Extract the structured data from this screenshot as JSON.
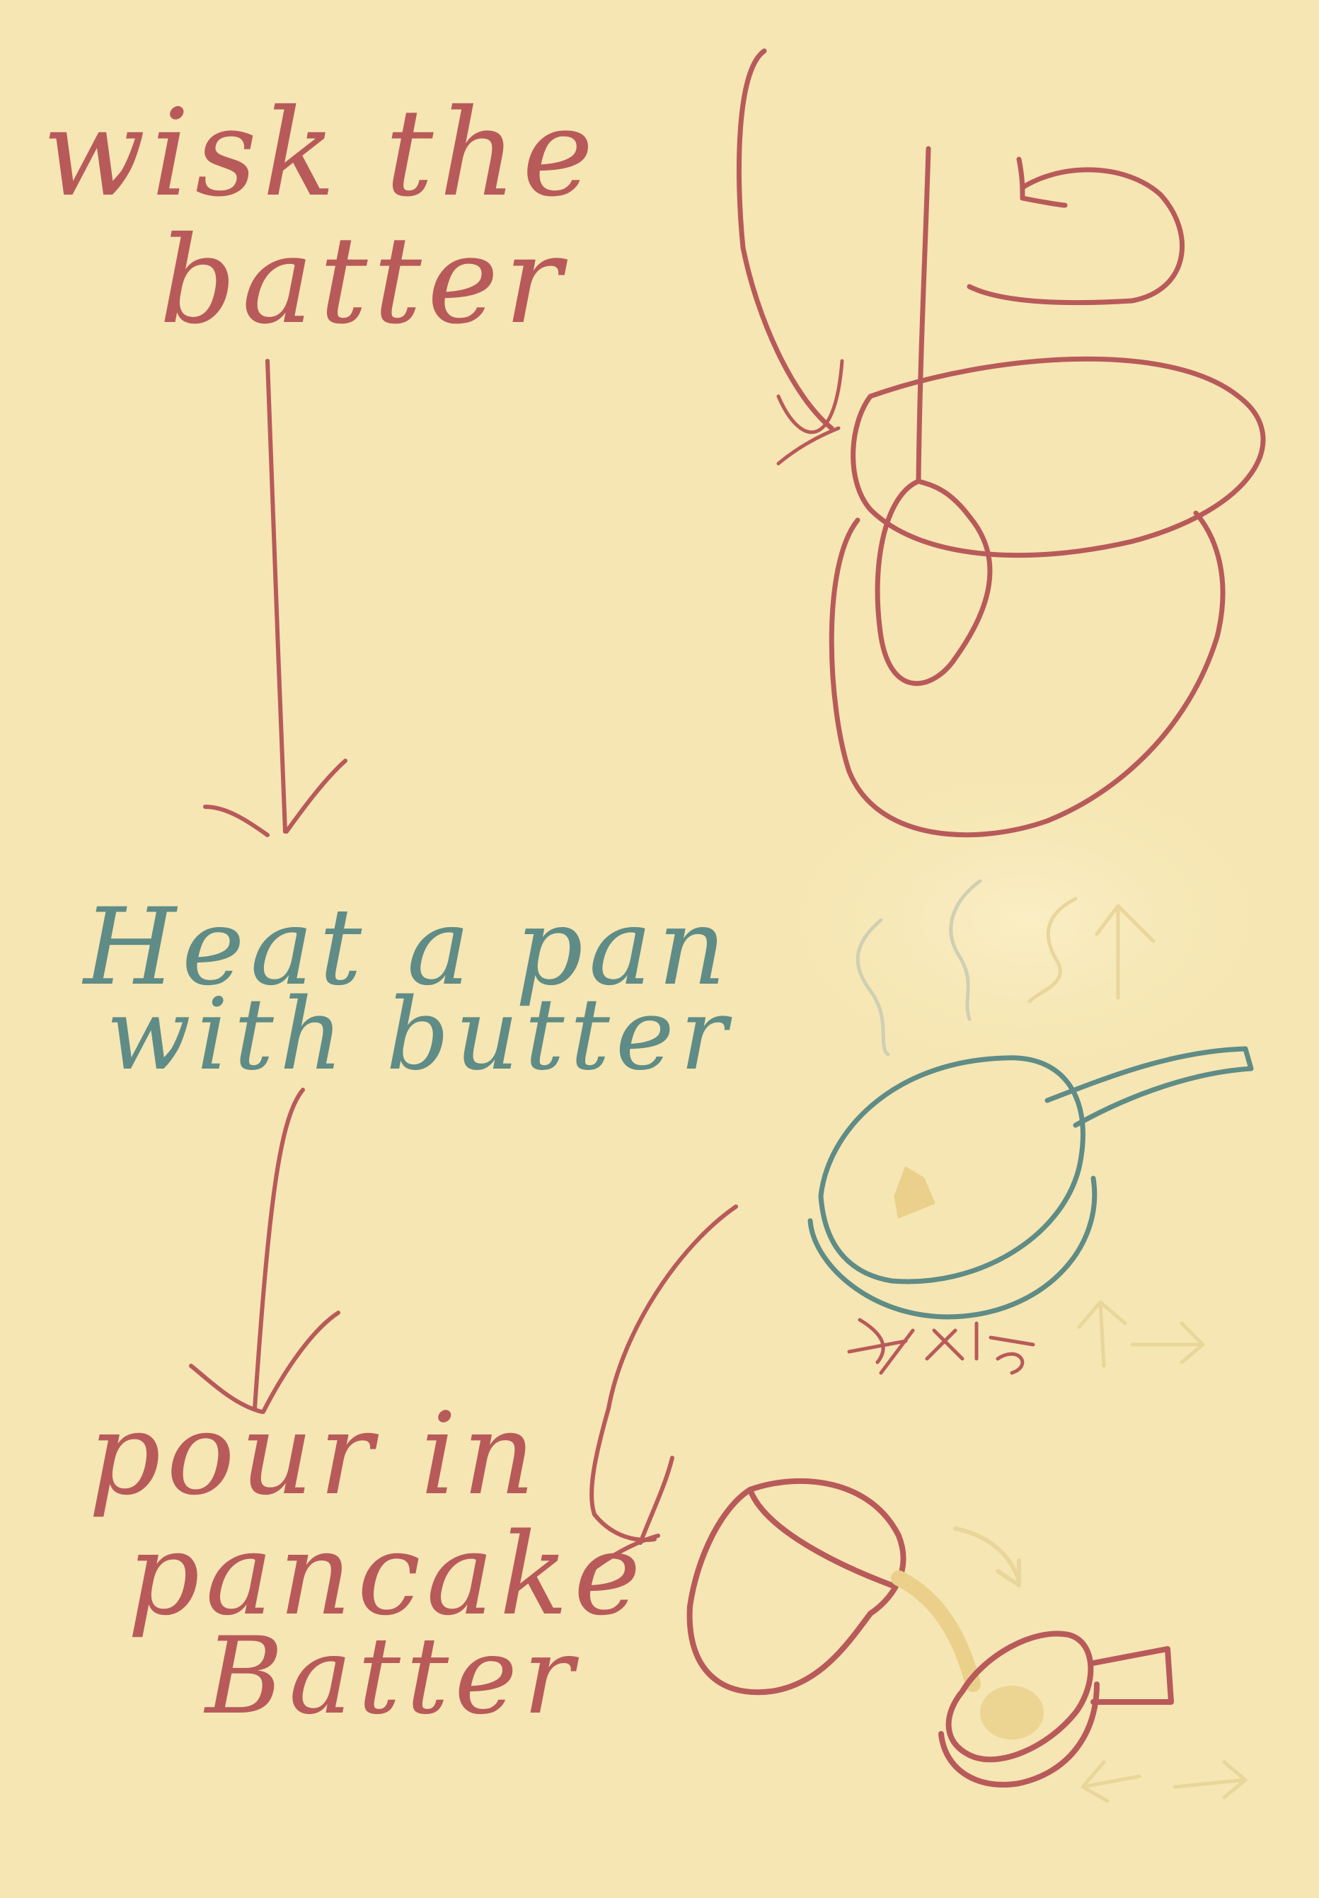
{
  "steps": [
    {
      "line1": "wisk the",
      "line2": "batter",
      "line3": ""
    },
    {
      "line1": "Heat a pan",
      "line2": "with butter",
      "line3": ""
    },
    {
      "line1": "pour in",
      "line2": "pancake",
      "line3": "Batter"
    }
  ],
  "colors": {
    "background": "#f6e6b3",
    "red_ink": "#b85a5a",
    "teal_ink": "#5f8c86",
    "faint_ink": "#e8d69a",
    "butter": "#ead08a"
  }
}
